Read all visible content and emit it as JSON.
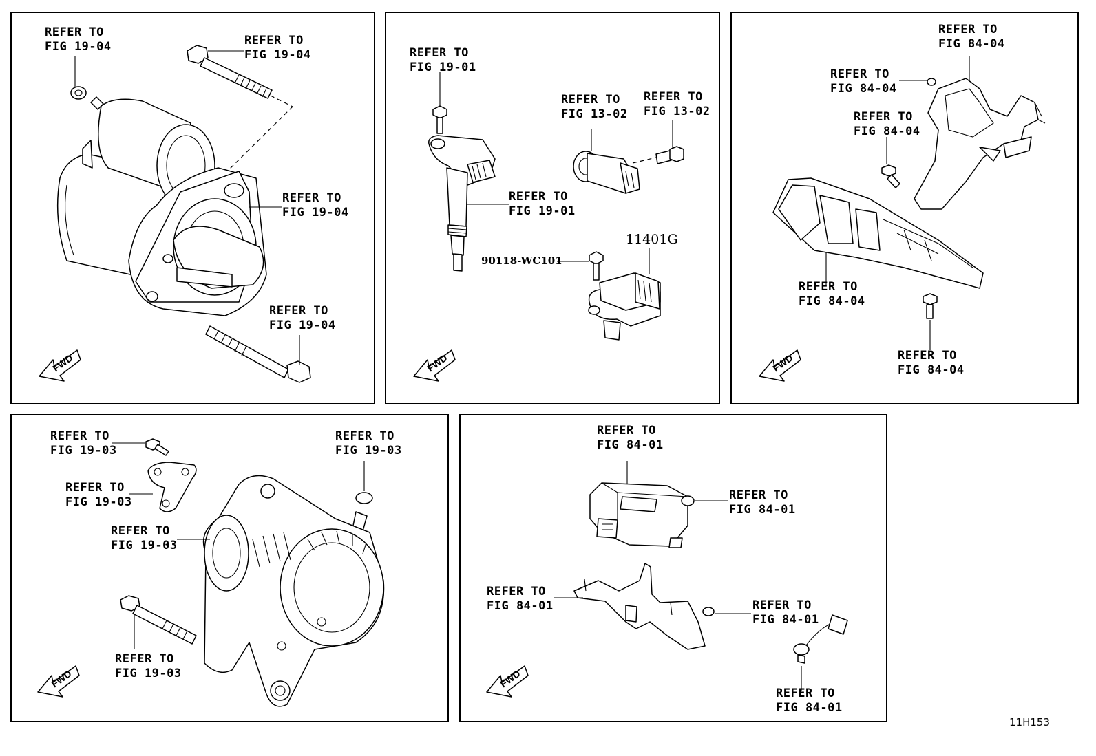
{
  "diagram_code": "11H153",
  "fwd_label": "FWD",
  "panels": {
    "starter": {
      "labels": [
        "REFER TO\nFIG 19-04",
        "REFER TO\nFIG 19-04",
        "REFER TO\nFIG 19-04",
        "REFER TO\nFIG 19-04"
      ]
    },
    "ignition": {
      "labels": [
        "REFER TO\nFIG 19-01",
        "REFER TO\nFIG 13-02",
        "REFER TO\nFIG 13-02",
        "REFER TO\nFIG 19-01"
      ],
      "bolt_part": "90118-WC101",
      "sensor_part": "11401G"
    },
    "ecu_bracket": {
      "labels": [
        "REFER TO\nFIG 84-04",
        "REFER TO\nFIG 84-04",
        "REFER TO\nFIG 84-04",
        "REFER TO\nFIG 84-04",
        "REFER TO\nFIG 84-04"
      ]
    },
    "alternator": {
      "labels": [
        "REFER TO\nFIG 19-03",
        "REFER TO\nFIG 19-03",
        "REFER TO\nFIG 19-03",
        "REFER TO\nFIG 19-03",
        "REFER TO\nFIG 19-03"
      ]
    },
    "module": {
      "labels": [
        "REFER TO\nFIG 84-01",
        "REFER TO\nFIG 84-01",
        "REFER TO\nFIG 84-01",
        "REFER TO\nFIG 84-01",
        "REFER TO\nFIG 84-01"
      ]
    }
  }
}
